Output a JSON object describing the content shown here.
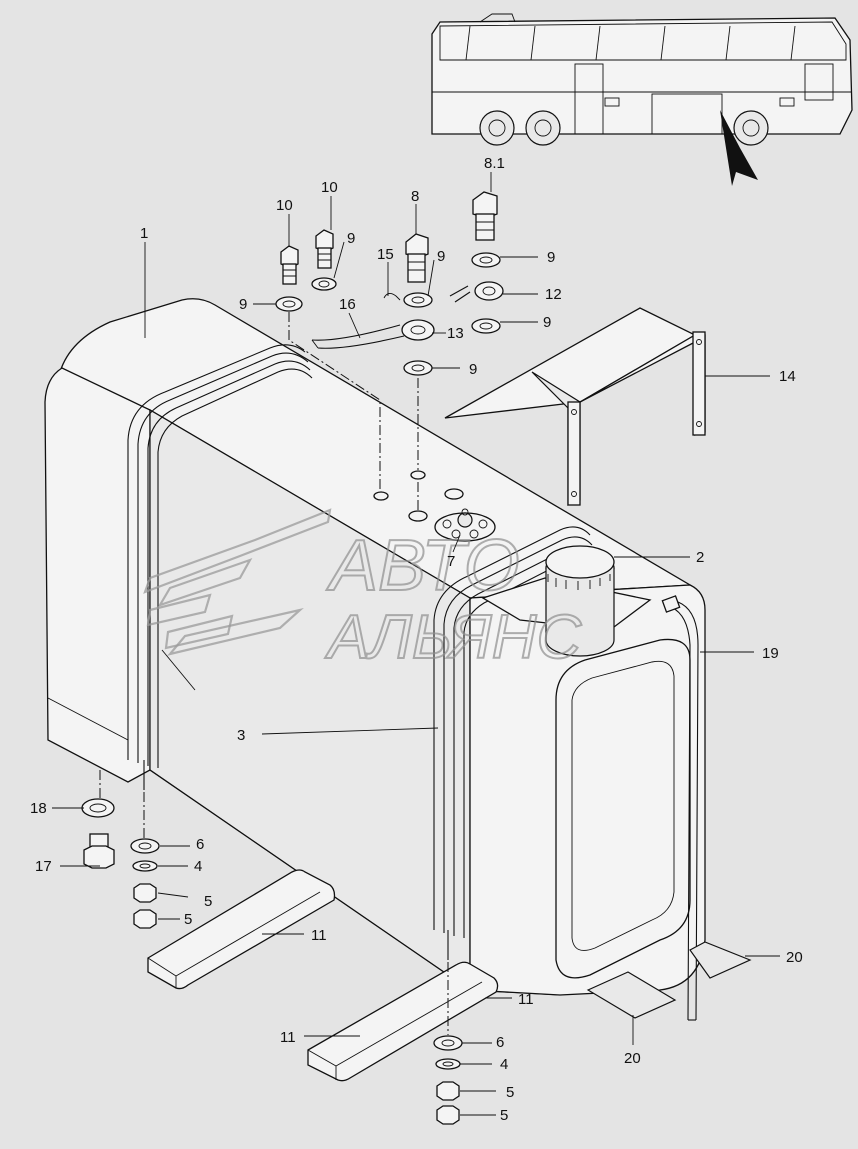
{
  "watermark": {
    "line1": "АВТО",
    "line2": "АЛЬЯНС"
  },
  "callouts": [
    {
      "id": "1",
      "text": "1"
    },
    {
      "id": "2",
      "text": "2"
    },
    {
      "id": "3",
      "text": "3"
    },
    {
      "id": "4a",
      "text": "4"
    },
    {
      "id": "4b",
      "text": "4"
    },
    {
      "id": "5a",
      "text": "5"
    },
    {
      "id": "5b",
      "text": "5"
    },
    {
      "id": "5c",
      "text": "5"
    },
    {
      "id": "5d",
      "text": "5"
    },
    {
      "id": "6a",
      "text": "6"
    },
    {
      "id": "6b",
      "text": "6"
    },
    {
      "id": "7",
      "text": "7"
    },
    {
      "id": "8",
      "text": "8"
    },
    {
      "id": "81",
      "text": "8.1"
    },
    {
      "id": "9a",
      "text": "9"
    },
    {
      "id": "9b",
      "text": "9"
    },
    {
      "id": "9c",
      "text": "9"
    },
    {
      "id": "9d",
      "text": "9"
    },
    {
      "id": "9e",
      "text": "9"
    },
    {
      "id": "9f",
      "text": "9"
    },
    {
      "id": "10a",
      "text": "10"
    },
    {
      "id": "10b",
      "text": "10"
    },
    {
      "id": "11a",
      "text": "11"
    },
    {
      "id": "11b",
      "text": "11"
    },
    {
      "id": "11c",
      "text": "11"
    },
    {
      "id": "12",
      "text": "12"
    },
    {
      "id": "13",
      "text": "13"
    },
    {
      "id": "14",
      "text": "14"
    },
    {
      "id": "15",
      "text": "15"
    },
    {
      "id": "16",
      "text": "16"
    },
    {
      "id": "17",
      "text": "17"
    },
    {
      "id": "18",
      "text": "18"
    },
    {
      "id": "19",
      "text": "19"
    },
    {
      "id": "20a",
      "text": "20"
    },
    {
      "id": "20b",
      "text": "20"
    }
  ]
}
